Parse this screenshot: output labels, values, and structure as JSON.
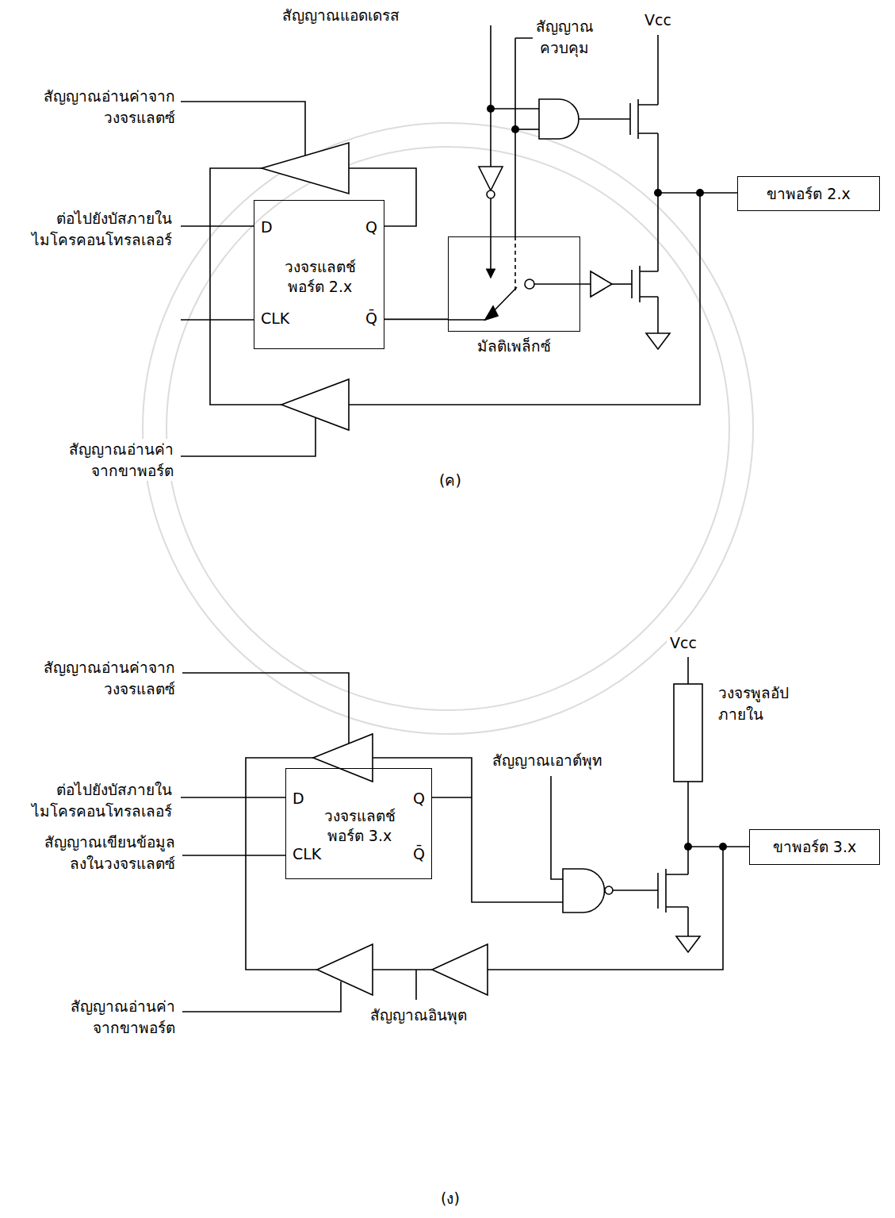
{
  "diagram": {
    "nodes": [
      {
        "text": [
          "D",
          "Q",
          "วงจรแลตช์ พอร์ต 2.x",
          "CLK",
          "Q̄"
        ]
      },
      {
        "text": [
          "มัลติเพล็กซ์"
        ]
      },
      {
        "text": [
          "ขาพอร์ต 2.x"
        ]
      },
      {
        "text": [
          "D",
          "Q",
          "วงจรแลตช์ พอร์ต 3.x",
          "CLK",
          "Q̄"
        ]
      },
      {
        "text": [
          "ขาพอร์ต 3.x"
        ]
      }
    ],
    "edges": [
      {
        "from": 0,
        "to": 1,
        "arrow": "none"
      }
    ],
    "labels": [
      "สัญญาณแอดเดรส",
      "สัญญาณ ควบคุม",
      "Vcc",
      "สัญญาณอ่านค่าจาก วงจรแลตซ์",
      "ต่อไปยังบัสภายใน ไมโครคอนโทรลเลอร์",
      "สัญญาณอ่านค่า จากขาพอร์ต",
      "(ค)",
      "Vcc",
      "สัญญาณเอาต์พุท",
      "วงจรพูลอัป ภายใน",
      "สัญญาณอ่านค่าจาก วงจรแลตซ์",
      "ต่อไปยังบัสภายใน ไมโครคอนโทรลเลอร์",
      "สัญญาณเขียนข้อมูล ลงในวงจรแลตซ์",
      "สัญญาณอ่านค่า จากขาพอร์ต",
      "สัญญาณอินพุต",
      "(ง)"
    ]
  }
}
